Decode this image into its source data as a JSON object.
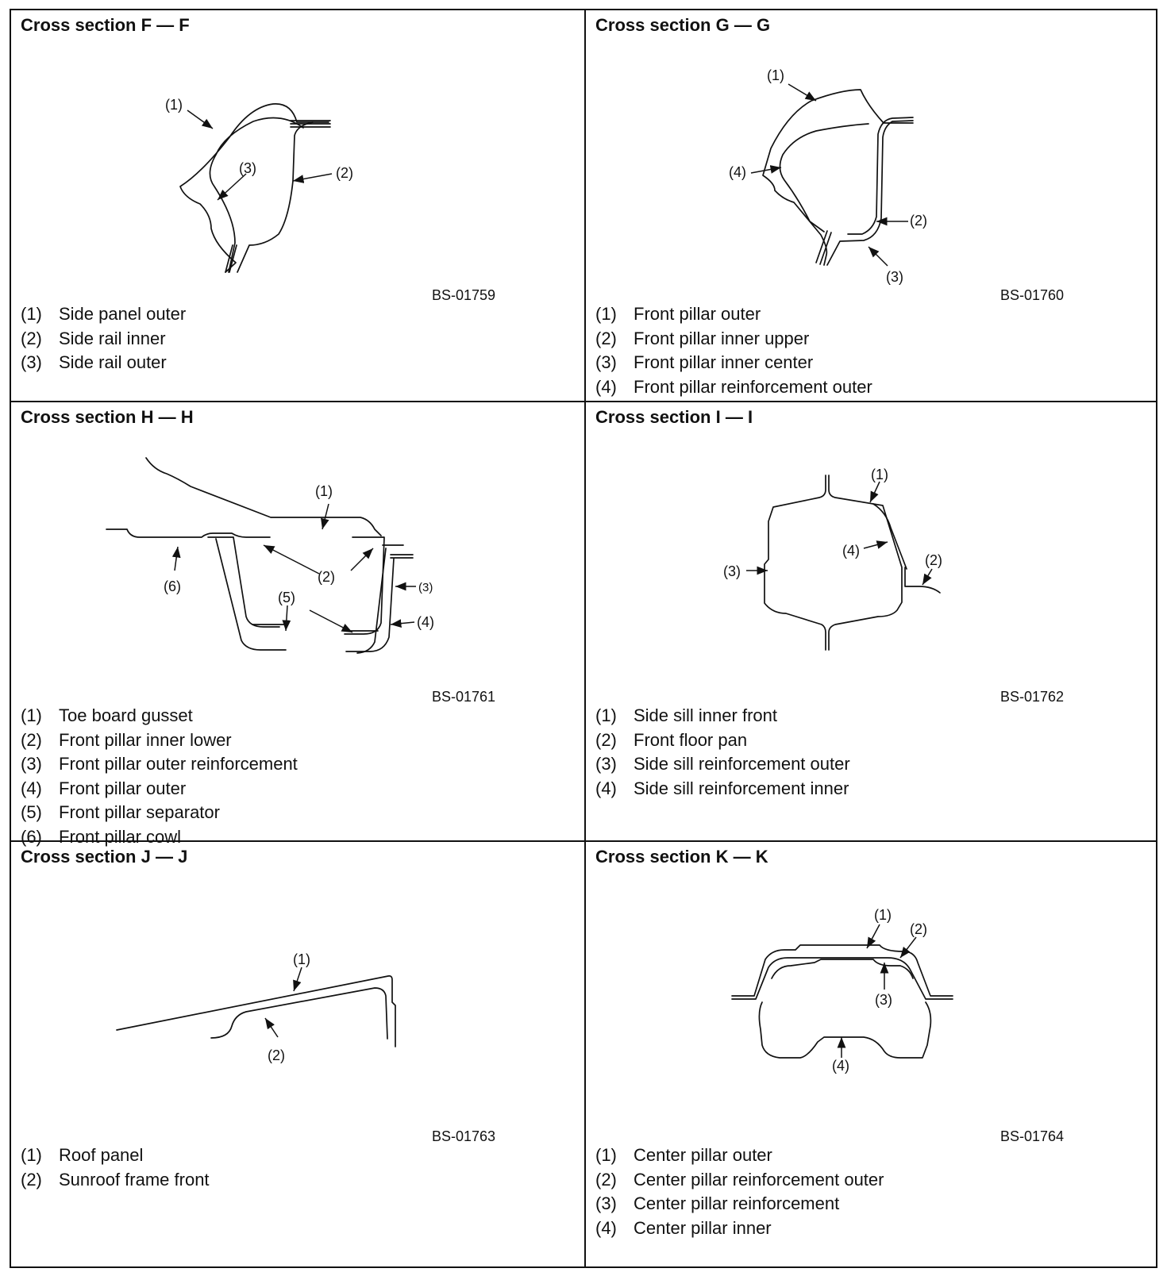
{
  "sections": [
    {
      "title": "Cross section F — F",
      "code": "BS-01759",
      "callouts": [
        "(1)",
        "(2)",
        "(3)"
      ],
      "legend": [
        {
          "num": "(1)",
          "text": "Side panel outer"
        },
        {
          "num": "(2)",
          "text": "Side rail inner"
        },
        {
          "num": "(3)",
          "text": "Side rail outer"
        }
      ]
    },
    {
      "title": "Cross section G — G",
      "code": "BS-01760",
      "callouts": [
        "(1)",
        "(2)",
        "(3)",
        "(4)"
      ],
      "legend": [
        {
          "num": "(1)",
          "text": "Front pillar outer"
        },
        {
          "num": "(2)",
          "text": "Front pillar inner upper"
        },
        {
          "num": "(3)",
          "text": "Front pillar inner center"
        },
        {
          "num": "(4)",
          "text": "Front pillar reinforcement outer"
        }
      ]
    },
    {
      "title": "Cross section H — H",
      "code": "BS-01761",
      "callouts": [
        "(1)",
        "(2)",
        "(3)",
        "(4)",
        "(5)",
        "(6)"
      ],
      "legend": [
        {
          "num": "(1)",
          "text": "Toe board gusset"
        },
        {
          "num": "(2)",
          "text": "Front pillar inner lower"
        },
        {
          "num": "(3)",
          "text": "Front pillar outer reinforcement"
        },
        {
          "num": "(4)",
          "text": "Front pillar outer"
        },
        {
          "num": "(5)",
          "text": "Front pillar separator"
        },
        {
          "num": "(6)",
          "text": "Front pillar cowl"
        }
      ]
    },
    {
      "title": "Cross section I — I",
      "code": "BS-01762",
      "callouts": [
        "(1)",
        "(2)",
        "(3)",
        "(4)"
      ],
      "legend": [
        {
          "num": "(1)",
          "text": "Side sill inner front"
        },
        {
          "num": "(2)",
          "text": "Front floor pan"
        },
        {
          "num": "(3)",
          "text": "Side sill reinforcement outer"
        },
        {
          "num": "(4)",
          "text": "Side sill reinforcement inner"
        }
      ]
    },
    {
      "title": "Cross section J — J",
      "code": "BS-01763",
      "callouts": [
        "(1)",
        "(2)"
      ],
      "legend": [
        {
          "num": "(1)",
          "text": "Roof panel"
        },
        {
          "num": "(2)",
          "text": "Sunroof frame front"
        }
      ]
    },
    {
      "title": "Cross section K — K",
      "code": "BS-01764",
      "callouts": [
        "(1)",
        "(2)",
        "(3)",
        "(4)"
      ],
      "legend": [
        {
          "num": "(1)",
          "text": "Center pillar outer"
        },
        {
          "num": "(2)",
          "text": "Center pillar reinforcement outer"
        },
        {
          "num": "(3)",
          "text": "Center pillar reinforcement"
        },
        {
          "num": "(4)",
          "text": "Center pillar inner"
        }
      ]
    }
  ]
}
